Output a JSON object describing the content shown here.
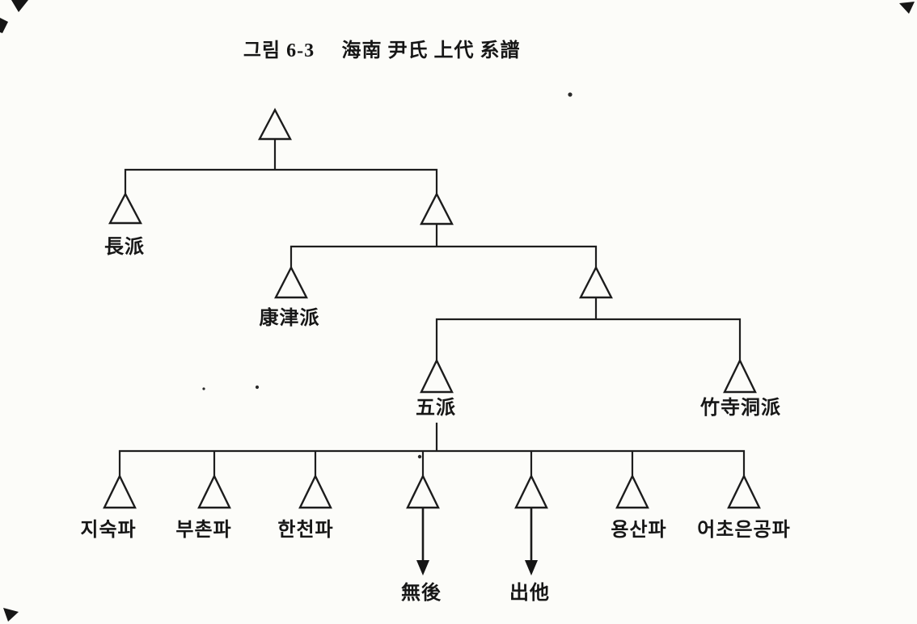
{
  "figure": {
    "caption_label": "그림 6-3",
    "caption_title": "海南 尹氏 上代 系譜"
  },
  "tree": {
    "generation2": [
      {
        "label": "長派"
      }
    ],
    "generation3": [
      {
        "label": "康津派"
      }
    ],
    "generation4": [
      {
        "label": "五派"
      },
      {
        "label": "竹寺洞派"
      }
    ],
    "generation5": [
      {
        "label": "지숙파"
      },
      {
        "label": "부촌파"
      },
      {
        "label": "한천파"
      },
      {
        "label": "無後"
      },
      {
        "label": "出他"
      },
      {
        "label": "용산파"
      },
      {
        "label": "어초은공파"
      }
    ]
  }
}
